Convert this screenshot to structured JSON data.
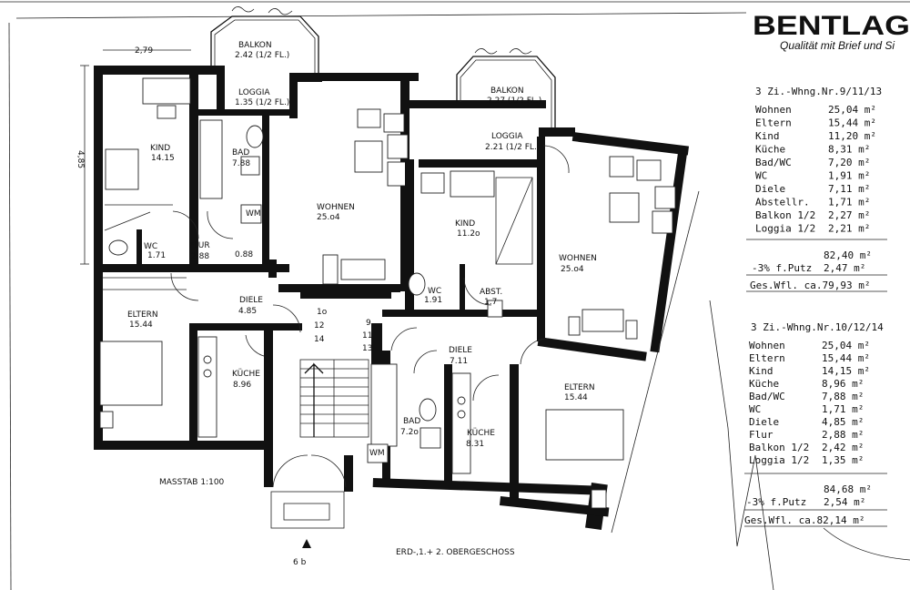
{
  "brand": {
    "name": "BENTLAG",
    "slogan": "Qualität mit Brief und Si"
  },
  "plan": {
    "floor_title": "ERD-,1.+ 2. OBERGESCHOSS",
    "scale": "MASSTAB 1:100",
    "building_number": "6 b",
    "dims": {
      "width": "2,79",
      "height": "4,85"
    },
    "stair_numbers": [
      "1o",
      "9",
      "12",
      "11",
      "14",
      "13"
    ],
    "rooms": {
      "balkon_left": [
        "BALKON",
        "2.42 (1/2 FL.)"
      ],
      "loggia_left": [
        "LOGGIA",
        "1.35 (1/2 FL.)"
      ],
      "kind_left": [
        "KIND",
        "14.15"
      ],
      "bad_left": [
        "BAD",
        "7.88"
      ],
      "wc_left": [
        "WC",
        "1.71"
      ],
      "flur": [
        "FLUR",
        "2.88"
      ],
      "flur_extra": "0.88",
      "wohnen_left": [
        "WOHNEN",
        "25.o4"
      ],
      "diele_left": [
        "DIELE",
        "4.85"
      ],
      "eltern_left": [
        "ELTERN",
        "15.44"
      ],
      "kueche_left": [
        "KÜCHE",
        "8.96"
      ],
      "balkon_right": [
        "BALKON",
        "2.27 (1/2 FL.)"
      ],
      "loggia_right": [
        "LOGGIA",
        "2.21 (1/2 FL.)"
      ],
      "kind_right": [
        "KIND",
        "11.2o"
      ],
      "wohnen_right": [
        "WOHNEN",
        "25.o4"
      ],
      "wc_right": [
        "WC",
        "1.91"
      ],
      "abst": [
        "ABST.",
        "1.7"
      ],
      "diele_right": [
        "DIELE",
        "7.11"
      ],
      "bad_right": [
        "BAD",
        "7.2o"
      ],
      "kueche_right": [
        "KÜCHE",
        "8.31"
      ],
      "eltern_right": [
        "ELTERN",
        "15.44"
      ],
      "wm": "WM"
    }
  },
  "table1": {
    "header": "3 Zi.-Whng.Nr.9/11/13",
    "rows": [
      [
        "Wohnen",
        "25,04 m²"
      ],
      [
        "Eltern",
        "15,44 m²"
      ],
      [
        "Kind",
        "11,20 m²"
      ],
      [
        "Küche",
        "8,31 m²"
      ],
      [
        "Bad/WC",
        "7,20 m²"
      ],
      [
        "WC",
        "1,91 m²"
      ],
      [
        "Diele",
        "7,11 m²"
      ],
      [
        "Abstellr.",
        "1,71 m²"
      ],
      [
        "Balkon 1/2",
        "2,27 m²"
      ],
      [
        "Loggia 1/2",
        "2,21 m²"
      ]
    ],
    "subtotal": "82,40 m²",
    "putz": [
      "-3% f.Putz",
      "2,47 m²"
    ],
    "total": "Ges.Wfl. ca.79,93 m²"
  },
  "table2": {
    "header": "3 Zi.-Whng.Nr.10/12/14",
    "rows": [
      [
        "Wohnen",
        "25,04 m²"
      ],
      [
        "Eltern",
        "15,44 m²"
      ],
      [
        "Kind",
        "14,15 m²"
      ],
      [
        "Küche",
        "8,96 m²"
      ],
      [
        "Bad/WC",
        "7,88 m²"
      ],
      [
        "WC",
        "1,71 m²"
      ],
      [
        "Diele",
        "4,85 m²"
      ],
      [
        "Flur",
        "2,88 m²"
      ],
      [
        "Balkon 1/2",
        "2,42 m²"
      ],
      [
        "Loggia 1/2",
        "1,35 m²"
      ]
    ],
    "subtotal": "84,68 m²",
    "putz": [
      "-3% f.Putz",
      "2,54 m²"
    ],
    "total": "Ges.Wfl. ca.82,14 m²"
  }
}
